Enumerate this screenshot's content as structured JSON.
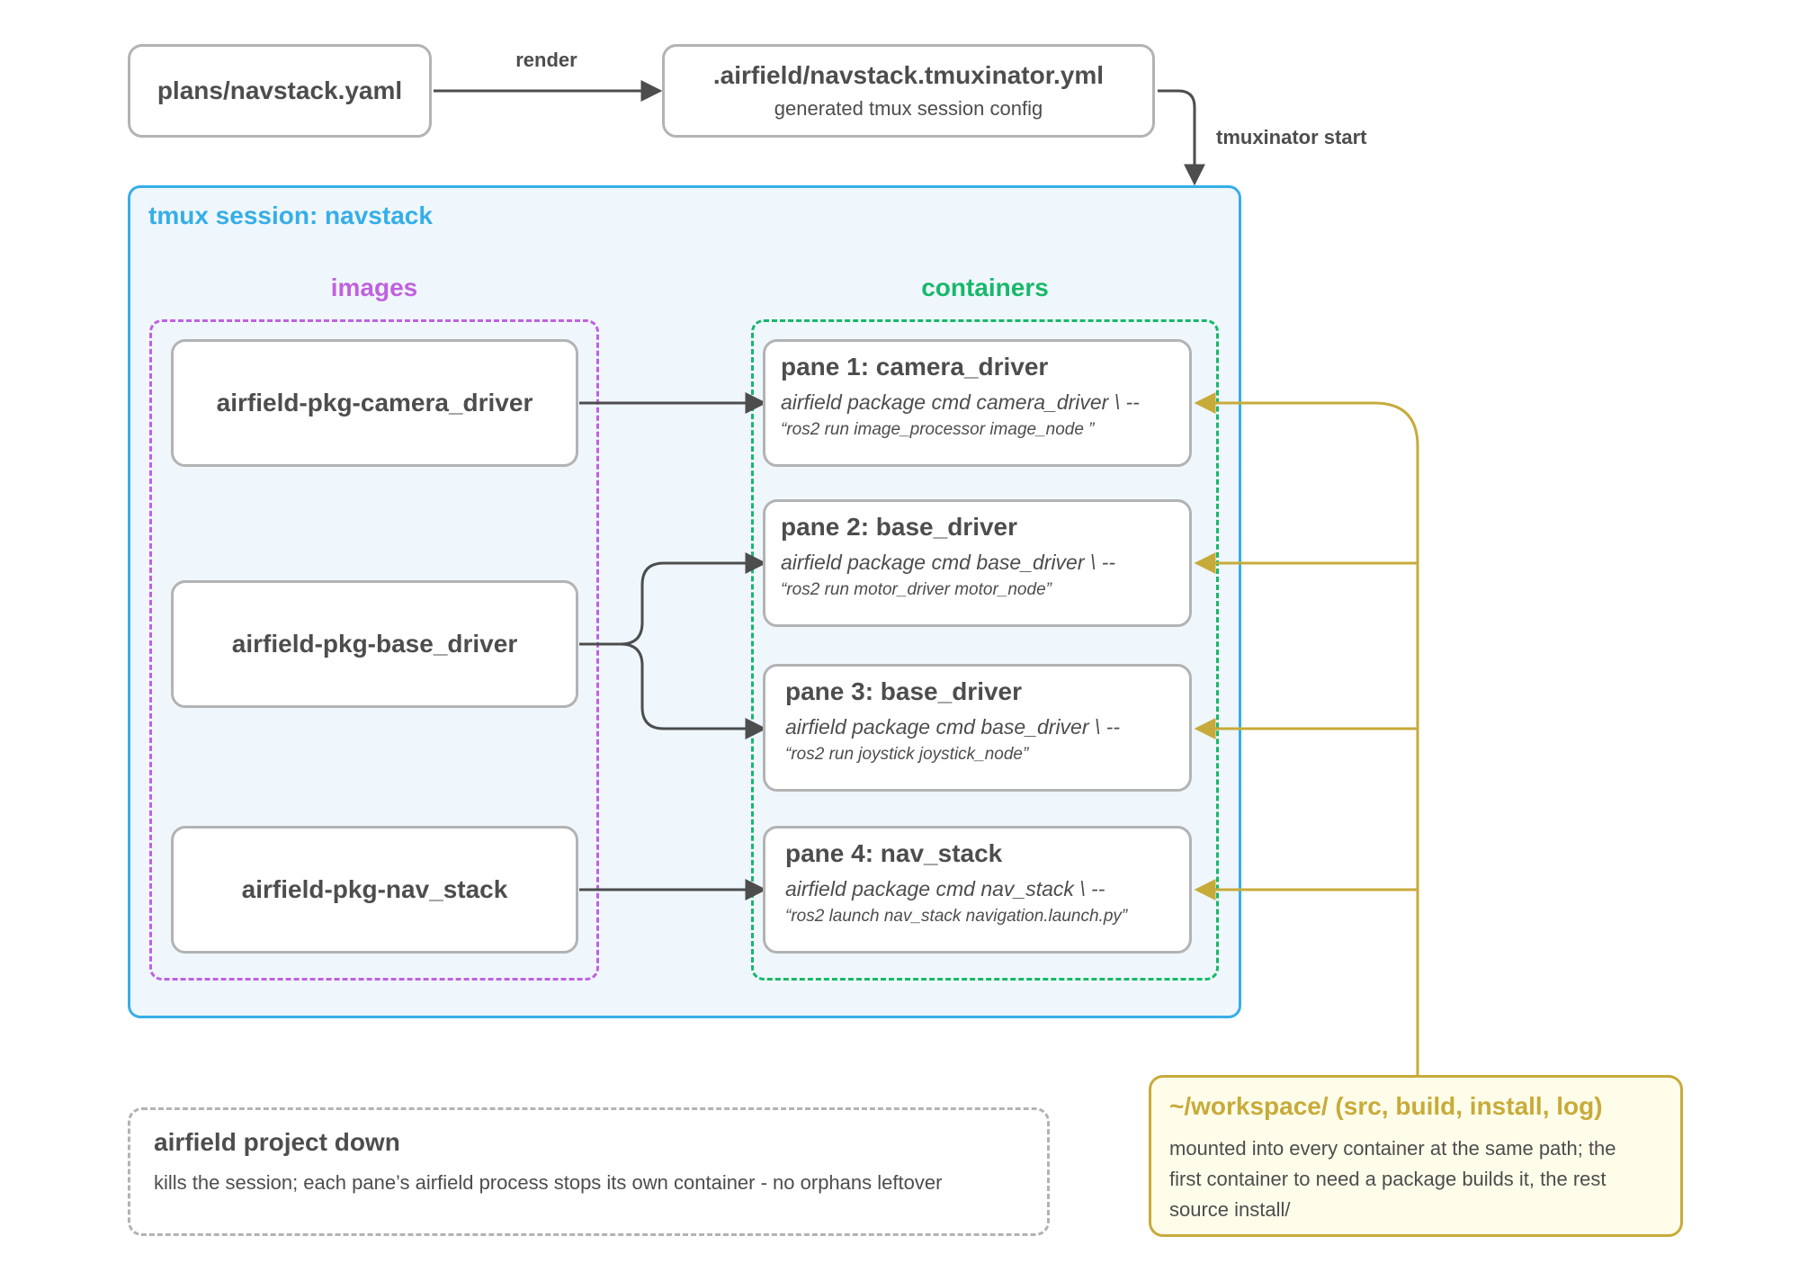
{
  "top": {
    "plan_file": "plans/navstack.yaml",
    "render_label": "render",
    "tmuxinator_file": ".airfield/navstack.tmuxinator.yml",
    "tmuxinator_desc": "generated tmux session config",
    "start_label": "tmuxinator start"
  },
  "session": {
    "title": "tmux session: navstack",
    "images_label": "images",
    "containers_label": "containers"
  },
  "images": [
    "airfield-pkg-camera_driver",
    "airfield-pkg-base_driver",
    "airfield-pkg-nav_stack"
  ],
  "panes": [
    {
      "title": "pane 1: camera_driver",
      "cmd": "airfield package cmd camera_driver \\ --",
      "arg": "“ros2 run image_processor image_node ”"
    },
    {
      "title": "pane 2: base_driver",
      "cmd": "airfield package cmd base_driver \\ --",
      "arg": "“ros2 run motor_driver motor_node”"
    },
    {
      "title": "pane 3: base_driver",
      "cmd": "airfield package cmd base_driver \\ --",
      "arg": "“ros2 run joystick joystick_node”"
    },
    {
      "title": "pane 4: nav_stack",
      "cmd": "airfield package cmd nav_stack \\ --",
      "arg": "“ros2 launch nav_stack navigation.launch.py”"
    }
  ],
  "down": {
    "title": "airfield project down",
    "desc": "kills the session; each pane’s airfield process stops its own container - no orphans leftover"
  },
  "workspace": {
    "title": "~/workspace/ (src, build, install, log)",
    "desc_line1": "mounted into every container at the same path; the",
    "desc_line2": "first container to need a package builds it, the rest",
    "desc_line3": "source install/"
  },
  "colors": {
    "session": "#36aee8",
    "images": "#c061e0",
    "containers": "#18b86a",
    "workspace": "#c7ab3a",
    "arrow": "#4d4d4d",
    "box_border": "#b3b3b3"
  }
}
